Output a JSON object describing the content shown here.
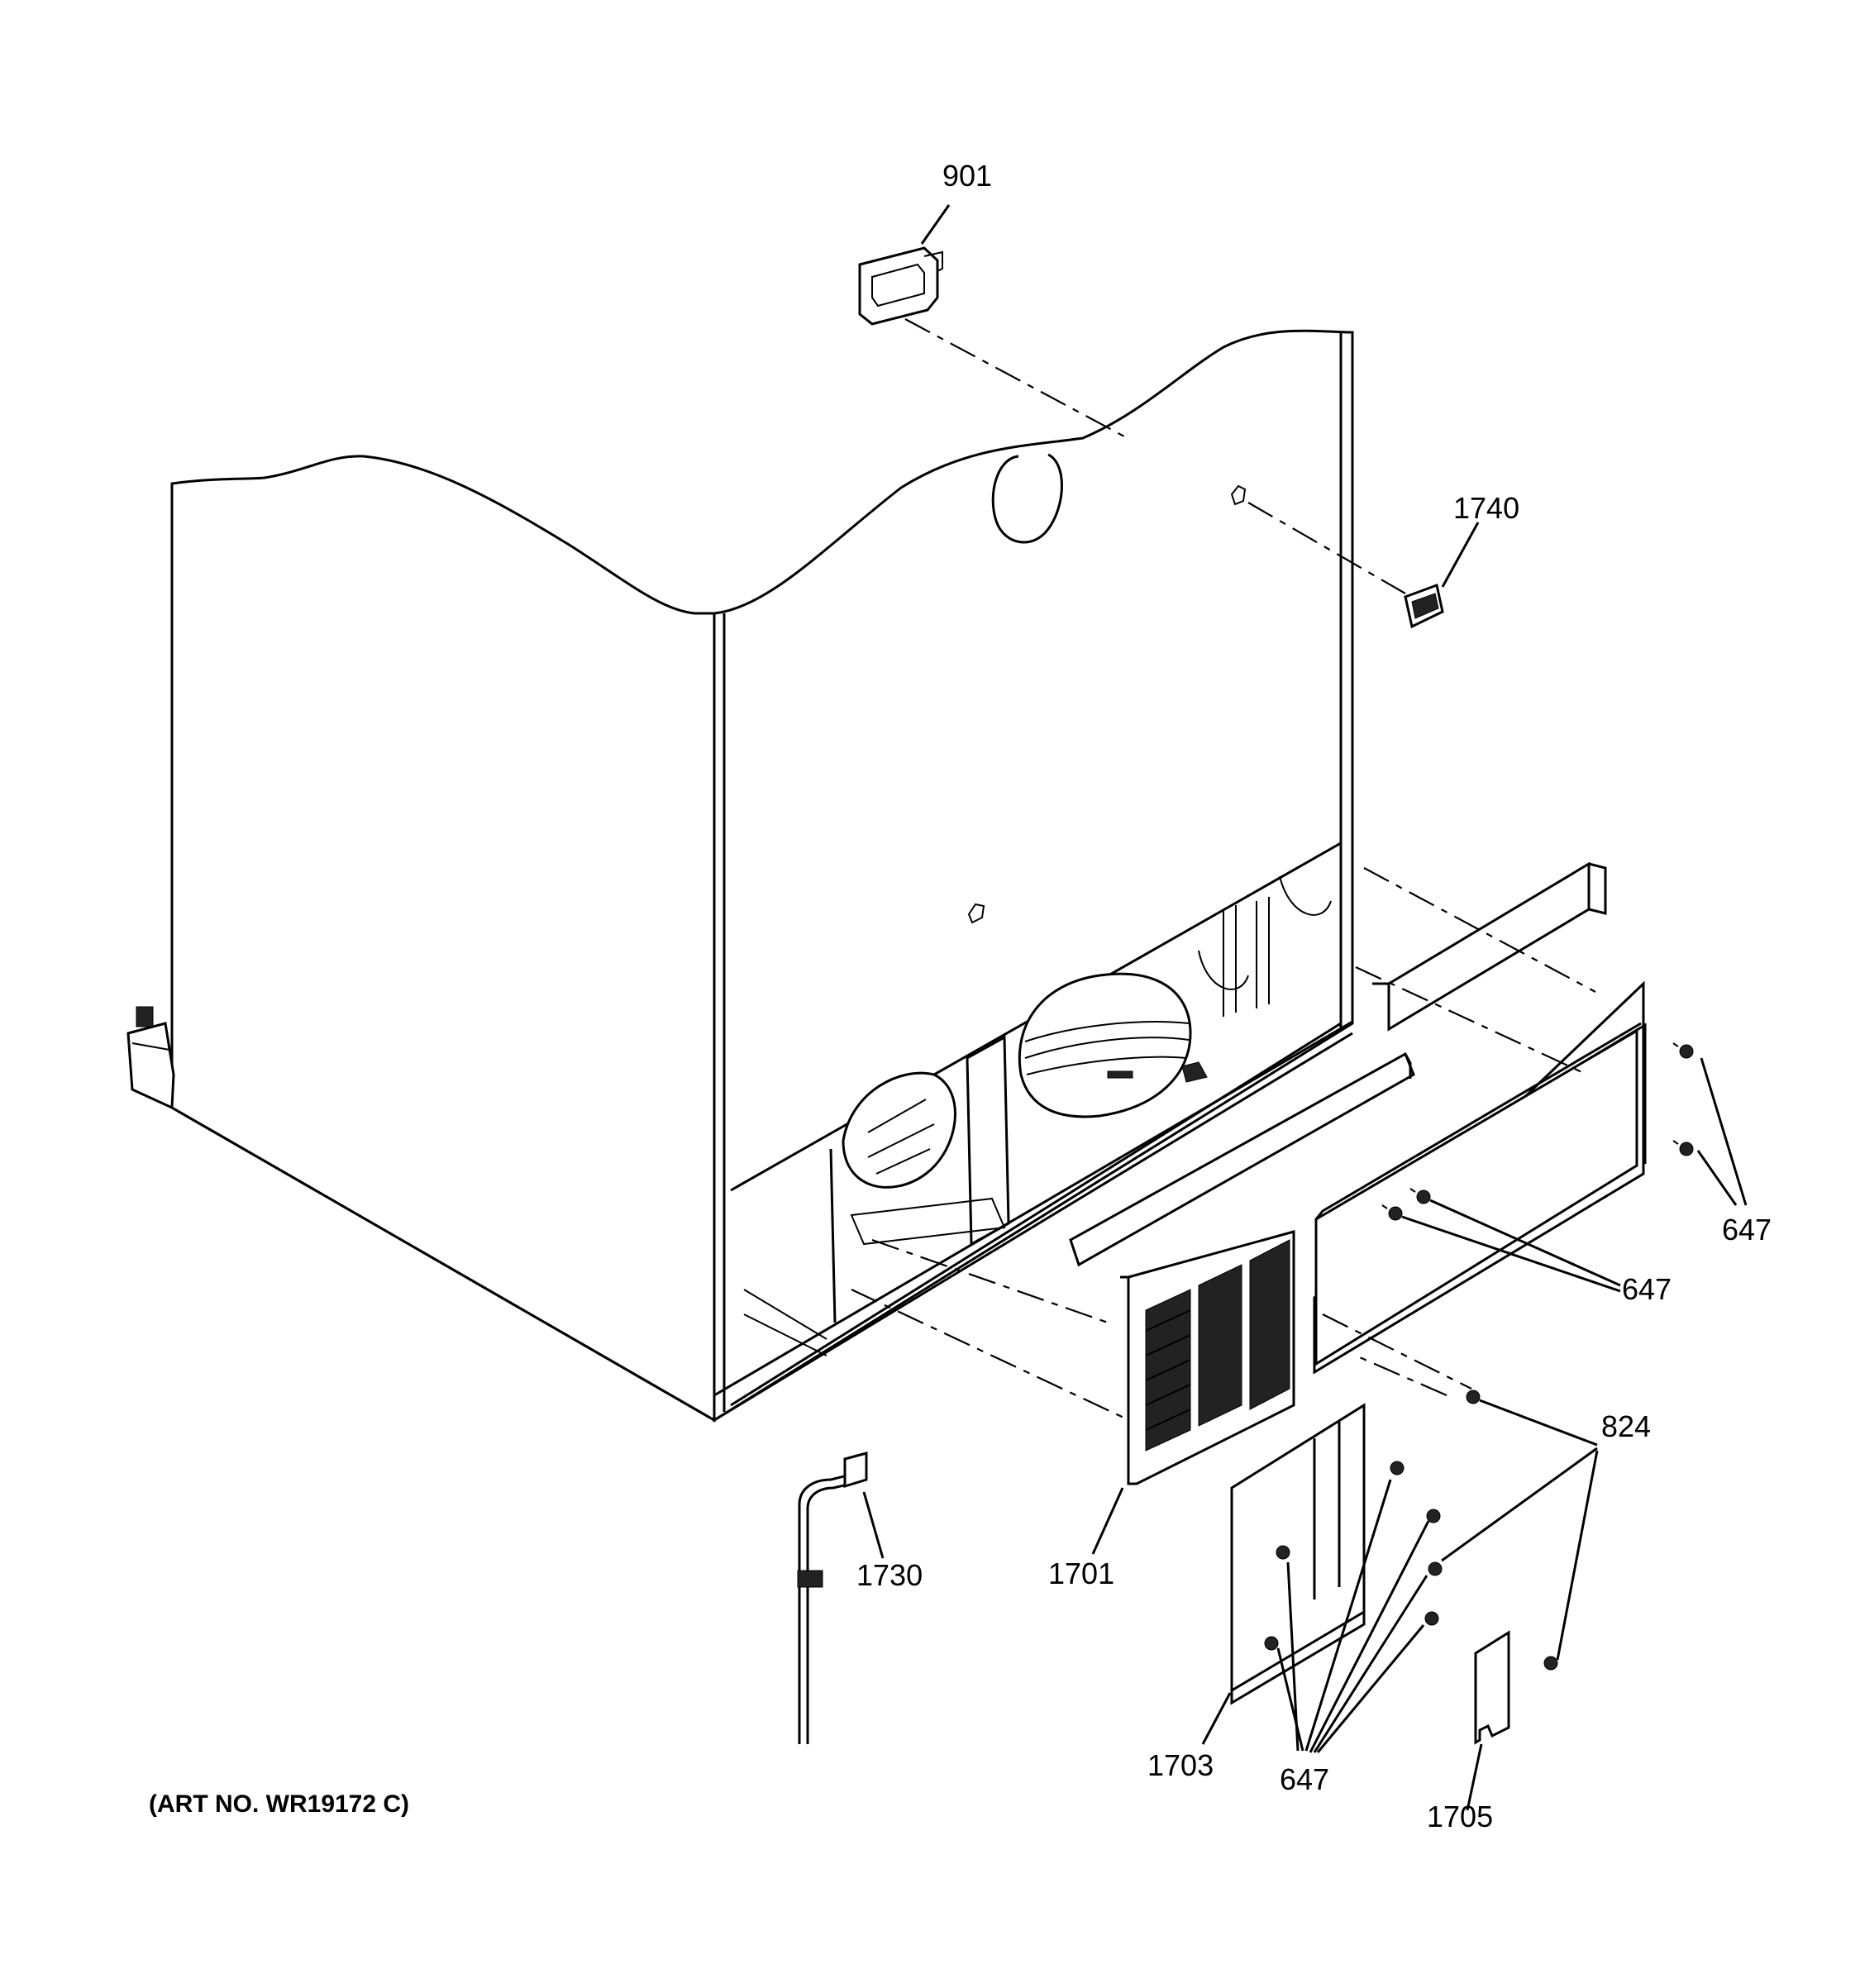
{
  "art_number": "(ART NO. WR19172 C)",
  "callouts": {
    "c901": "901",
    "c1740": "1740",
    "c647_right": "647",
    "c647_mid": "647",
    "c824": "824",
    "c1730": "1730",
    "c1701": "1701",
    "c1703": "1703",
    "c647_bottom": "647",
    "c1705": "1705"
  }
}
